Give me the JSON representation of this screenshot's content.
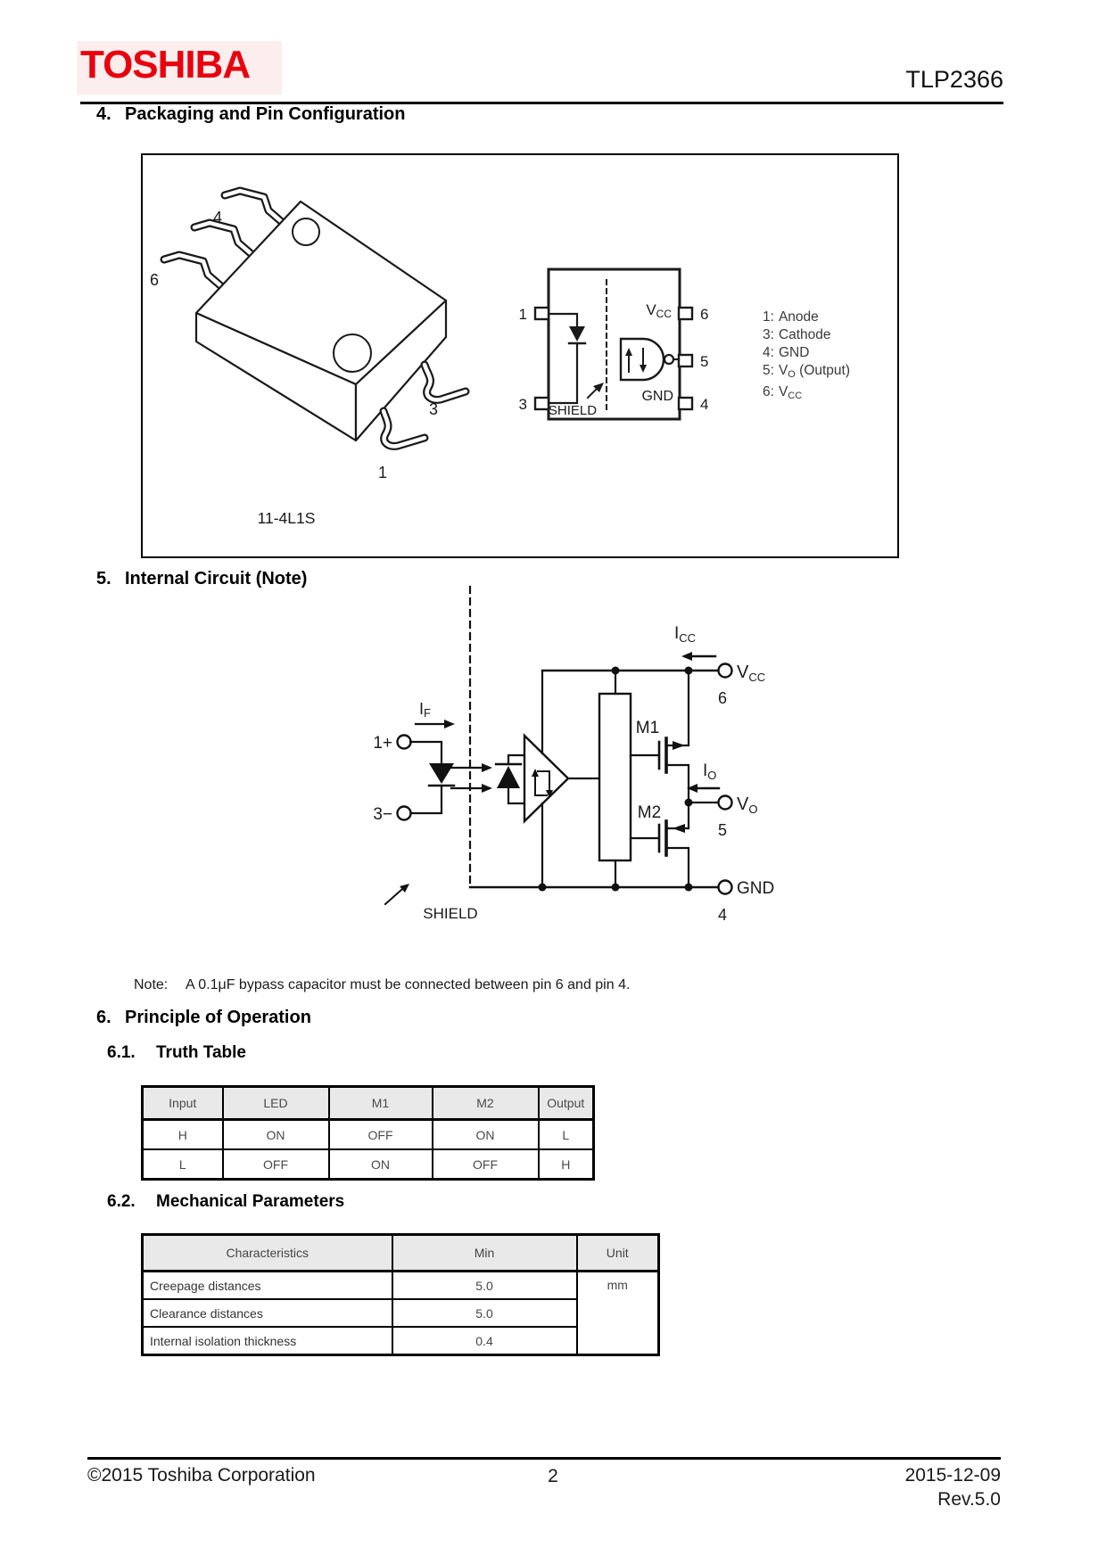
{
  "header": {
    "logo": "TOSHIBA",
    "brand_color": "#e8000e",
    "part_number": "TLP2366"
  },
  "sections": {
    "s4": {
      "num": "4.",
      "title": "Packaging and Pin Configuration"
    },
    "s5": {
      "num": "5.",
      "title": "Internal Circuit (Note)"
    },
    "s6": {
      "num": "6.",
      "title": "Principle of Operation"
    },
    "s61": {
      "num": "6.1.",
      "title": "Truth Table"
    },
    "s62": {
      "num": "6.2.",
      "title": "Mechanical Parameters"
    }
  },
  "figure_package": {
    "caption": "11-4L1S",
    "callouts": {
      "p4": "4",
      "p6": "6",
      "p3": "3",
      "p1": "1"
    },
    "schematic": {
      "pin1": "1",
      "pin3": "3",
      "pin4": "4",
      "pin5": "5",
      "pin6": "6",
      "vcc_base": "V",
      "vcc_sub": "CC",
      "gnd": "GND",
      "shield": "SHIELD"
    },
    "pin_list": [
      {
        "n": "1:",
        "t": "Anode"
      },
      {
        "n": "3:",
        "t": "Cathode"
      },
      {
        "n": "4:",
        "t": "GND"
      },
      {
        "n": "5:",
        "v": "V",
        "s": "O",
        "t": "(Output)"
      },
      {
        "n": "6:",
        "v": "V",
        "s": "CC",
        "t": ""
      }
    ]
  },
  "circuit": {
    "term1": "1",
    "plus": "+",
    "term3": "3",
    "minus": "−",
    "if_base": "I",
    "if_sub": "F",
    "icc_base": "I",
    "icc_sub": "CC",
    "io_base": "I",
    "io_sub": "O",
    "vcc_base": "V",
    "vcc_sub": "CC",
    "vo_base": "V",
    "vo_sub": "O",
    "pin6": "6",
    "pin5": "5",
    "pin4": "4",
    "gnd": "GND",
    "shield": "SHIELD",
    "m1": "M1",
    "m2": "M2"
  },
  "note": {
    "label": "Note:",
    "text": "A 0.1μF bypass capacitor must be connected between pin 6 and pin 4."
  },
  "truth_table": {
    "headers": [
      "Input",
      "LED",
      "M1",
      "M2",
      "Output"
    ],
    "rows": [
      [
        "H",
        "ON",
        "OFF",
        "ON",
        "L"
      ],
      [
        "L",
        "OFF",
        "ON",
        "OFF",
        "H"
      ]
    ]
  },
  "mech_table": {
    "headers": [
      "Characteristics",
      "Min",
      "Unit"
    ],
    "rows": [
      [
        "Creepage distances",
        "5.0"
      ],
      [
        "Clearance distances",
        "5.0"
      ],
      [
        "Internal isolation thickness",
        "0.4"
      ]
    ],
    "unit": "mm"
  },
  "footer": {
    "copyright": "©2015 Toshiba Corporation",
    "page": "2",
    "date": "2015-12-09",
    "rev": "Rev.5.0"
  }
}
